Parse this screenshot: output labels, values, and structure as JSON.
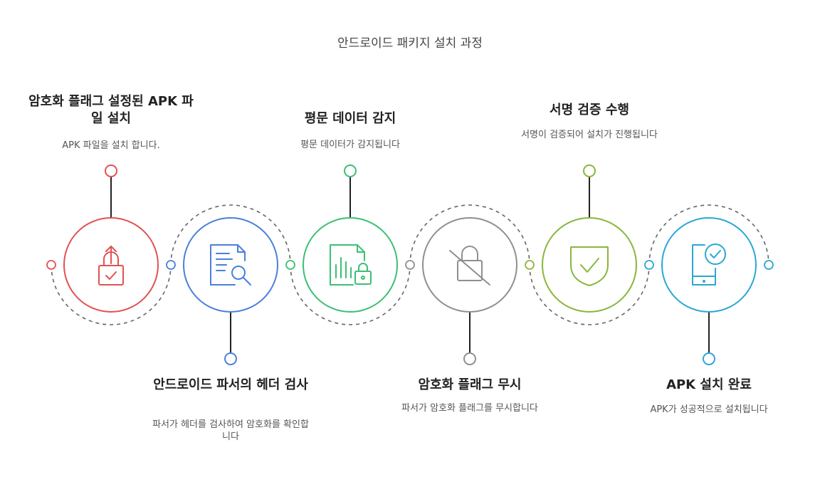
{
  "title": "안드로이드 패키지 설치 과정",
  "steps": [
    {
      "title": "암호화 플래그 설정된 APK 파일 설치",
      "desc": "APK 파일을 설치 합니다.",
      "color": "#e05252",
      "icon": "upload-lock-icon"
    },
    {
      "title": "안드로이드 파서의 헤더 검사",
      "desc": "파서가 헤더를 검사하여 암호화를 확인합니다",
      "color": "#4a80d9",
      "icon": "document-search-icon"
    },
    {
      "title": "평문 데이터 감지",
      "desc": "평문 데이터가 감지됩니다",
      "color": "#3cbf74",
      "icon": "chart-lock-icon"
    },
    {
      "title": "암호화 플래그 무시",
      "desc": "파서가 암호화 플래그를 무시합니다",
      "color": "#8f8f8f",
      "icon": "unlock-slash-icon"
    },
    {
      "title": "서명 검증 수행",
      "desc": "서명이 검증되어 설치가 진행됩니다",
      "color": "#88b73a",
      "icon": "shield-check-icon"
    },
    {
      "title": "APK 설치 완료",
      "desc": "APK가 성공적으로 설치됩니다",
      "color": "#2aa7d4",
      "icon": "phone-check-icon"
    }
  ]
}
